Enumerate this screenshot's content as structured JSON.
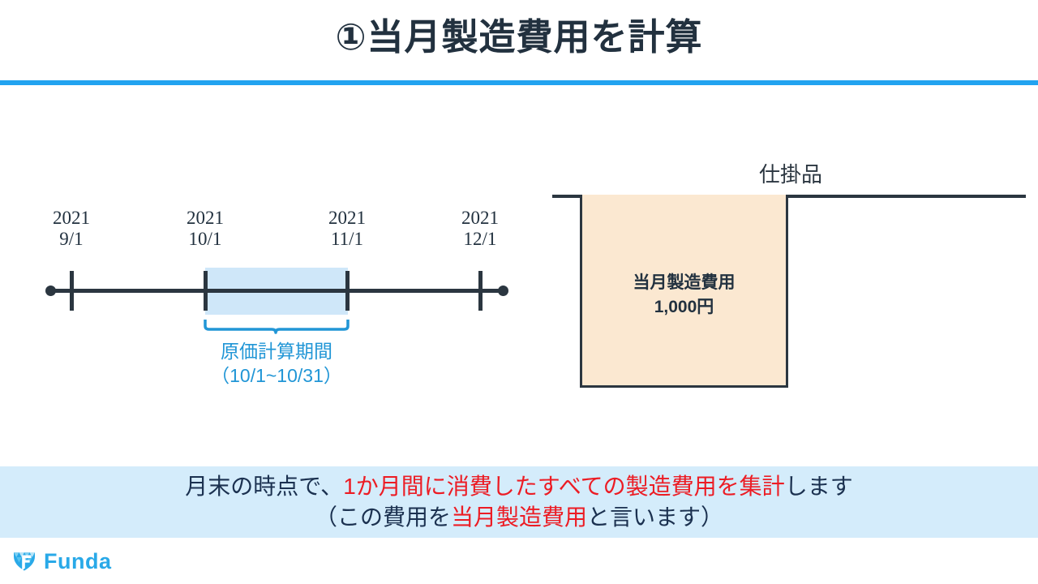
{
  "header": {
    "title": "①当月製造費用を計算",
    "rule_color": "#22a3f0"
  },
  "timeline": {
    "ticks": [
      {
        "year": "2021",
        "day": "9/1"
      },
      {
        "year": "2021",
        "day": "10/1"
      },
      {
        "year": "2021",
        "day": "11/1"
      },
      {
        "year": "2021",
        "day": "12/1"
      }
    ],
    "highlight_color": "#cfe7f9",
    "axis_color": "#2b3640",
    "brace_color": "#2196d6",
    "brace_label_line1": "原価計算期間",
    "brace_label_line2": "（10/1~10/31）"
  },
  "taccount": {
    "title": "仕掛品",
    "box_fill": "#fbe8d1",
    "box_line1": "当月製造費用",
    "box_line2": "1,000円"
  },
  "caption": {
    "line1_part1": "月末の時点で、",
    "line1_emphasis": "1か月間に消費したすべての製造費用を集計",
    "line1_part2": "します",
    "line2_part1": "（この費用を",
    "line2_emphasis": "当月製造費用",
    "line2_part2": "と言います）",
    "background": "#d4ecfb",
    "emphasis_color": "#ec1c24"
  },
  "footer": {
    "brand": "Funda",
    "brand_color": "#29a9e8"
  }
}
